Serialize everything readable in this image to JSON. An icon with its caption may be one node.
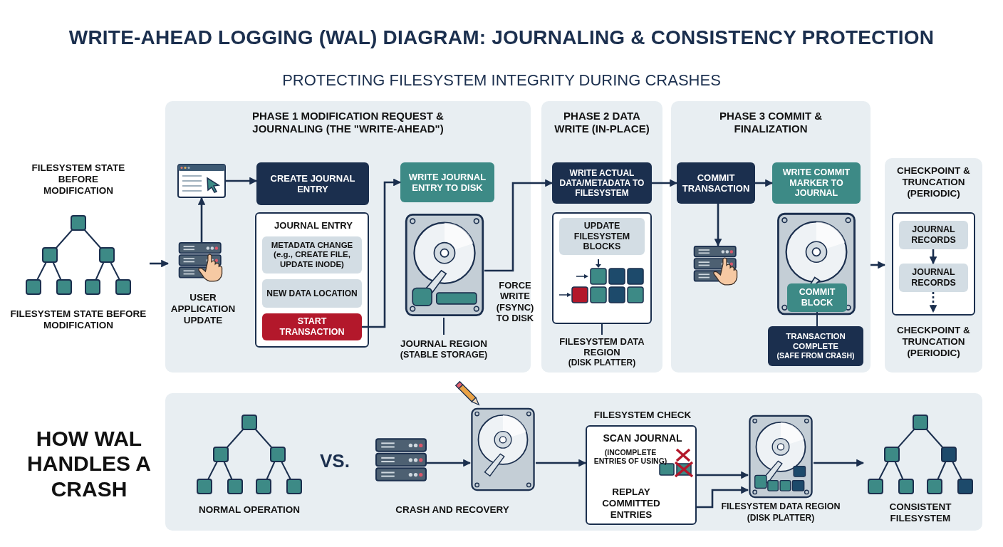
{
  "diagram": {
    "title": "WRITE-AHEAD LOGGING (WAL) DIAGRAM: JOURNALING & CONSISTENCY PROTECTION",
    "nodes": [
      {
        "text": [
          "PHASE 1 MODIFICATION REQUEST & JOURNALING (THE \"WRITE-AHEAD\")"
        ]
      },
      {
        "text": [
          "PHASE 2 DATA WRITE (IN-PLACE)"
        ]
      },
      {
        "text": [
          "PHASE 3 COMMIT & FINALIZATION"
        ]
      },
      {
        "text": [
          "CHECKPOINT & TRUNCATION (PERIODIC)",
          "CHECKPOINT & TRUNCATION (PERIODIC)"
        ]
      },
      {
        "text": [
          "FILESYSTEM STATE BEFORE MODIFICATION",
          "FILESYSTEM STATE BEFORE MODIFICATION"
        ]
      },
      {
        "text": [
          "USER APPLICATION UPDATE"
        ],
        "in": 0
      },
      {
        "text": [],
        "shape": "picture",
        "in": 0
      },
      {
        "text": [
          "CREATE JOURNAL ENTRY"
        ],
        "in": 0
      },
      {
        "text": [
          "JOURNAL ENTRY"
        ],
        "in": 0
      },
      {
        "text": [
          "METADATA CHANGE (e.g., CREATE FILE, UPDATE INODE)"
        ],
        "in": 8
      },
      {
        "text": [
          "NEW DATA LOCATION"
        ],
        "in": 8
      },
      {
        "text": [
          "START TRANSACTION"
        ],
        "in": 8
      },
      {
        "text": [
          "WRITE JOURNAL ENTRY TO DISK"
        ],
        "in": 0
      },
      {
        "text": [],
        "shape": "picture",
        "in": 0
      },
      {
        "text": [
          "JOURNAL REGION",
          "(STABLE STORAGE)"
        ],
        "in": 0
      },
      {
        "text": [
          "WRITE ACTUAL DATA/METADATA TO FILESYSTEM"
        ],
        "in": 1
      },
      {
        "text": [],
        "shape": "box",
        "in": 1
      },
      {
        "text": [
          "UPDATE FILESYSTEM BLOCKS"
        ],
        "in": 16
      },
      {
        "text": [
          "FILESYSTEM DATA REGION",
          "(DISK PLATTER)"
        ],
        "in": 1
      },
      {
        "text": [
          "COMMIT TRANSACTION"
        ],
        "in": 2
      },
      {
        "text": [],
        "shape": "picture",
        "in": 2
      },
      {
        "text": [
          "WRITE COMMIT MARKER TO JOURNAL"
        ],
        "in": 2
      },
      {
        "text": [],
        "shape": "picture",
        "in": 2
      },
      {
        "text": [
          "COMMIT BLOCK"
        ],
        "in": 22
      },
      {
        "text": [
          "TRANSACTION COMPLETE",
          "(SAFE FROM CRASH)"
        ],
        "in": 2
      },
      {
        "text": [],
        "shape": "box",
        "in": 3
      },
      {
        "text": [
          "JOURNAL RECORDS"
        ],
        "in": 25
      },
      {
        "text": [
          "JOURNAL RECORDS"
        ],
        "in": 25
      },
      {
        "text": [
          "NORMAL OPERATION"
        ]
      },
      {
        "text": [],
        "shape": "picture"
      },
      {
        "text": [],
        "shape": "picture"
      },
      {
        "text": [
          "FILESYSTEM CHECK",
          "SCAN JOURNAL",
          "(INCOMPLETE ENTRIES OF USING)",
          "REPLAY COMMITTED ENTRIES"
        ]
      },
      {
        "text": [
          "FILESYSTEM DATA REGION",
          "(DISK PLATTER)"
        ]
      },
      {
        "text": [
          "CONSISTENT FILESYSTEM"
        ]
      }
    ],
    "edges": [
      {
        "from": 4,
        "to": 5,
        "arrow": "to"
      },
      {
        "from": 5,
        "to": 6,
        "arrow": "to"
      },
      {
        "from": 6,
        "to": 7,
        "arrow": "to"
      },
      {
        "from": 11,
        "to": 12,
        "arrow": "to"
      },
      {
        "from": 13,
        "to": 15,
        "arrow": "to",
        "label": "FORCE WRITE (FSYNC) TO DISK"
      },
      {
        "from": 15,
        "to": 19,
        "arrow": "to"
      },
      {
        "from": 19,
        "to": 21,
        "arrow": "to"
      },
      {
        "from": 19,
        "to": 20,
        "arrow": "to"
      },
      {
        "from": 2,
        "to": 3,
        "arrow": "to"
      },
      {
        "from": 14,
        "to": 13,
        "arrow": "none"
      },
      {
        "from": 18,
        "to": 16,
        "arrow": "none"
      },
      {
        "from": 24,
        "to": 23,
        "arrow": "none"
      },
      {
        "from": 26,
        "to": 27,
        "arrow": "to"
      },
      {
        "from": 27,
        "to": null,
        "arrow": "to",
        "style": "dashed"
      },
      {
        "from": 29,
        "to": 30,
        "arrow": "to"
      },
      {
        "from": 30,
        "to": 31,
        "arrow": "to"
      },
      {
        "from": 31,
        "to": 32,
        "arrow": "to"
      },
      {
        "from": 31,
        "to": 32,
        "arrow": "to"
      },
      {
        "from": 32,
        "to": 33,
        "arrow": "to"
      }
    ],
    "labels": [
      "PROTECTING FILESYSTEM INTEGRITY DURING CRASHES",
      "HOW WAL HANDLES A CRASH",
      "VS.",
      "CRASH AND RECOVERY"
    ]
  }
}
